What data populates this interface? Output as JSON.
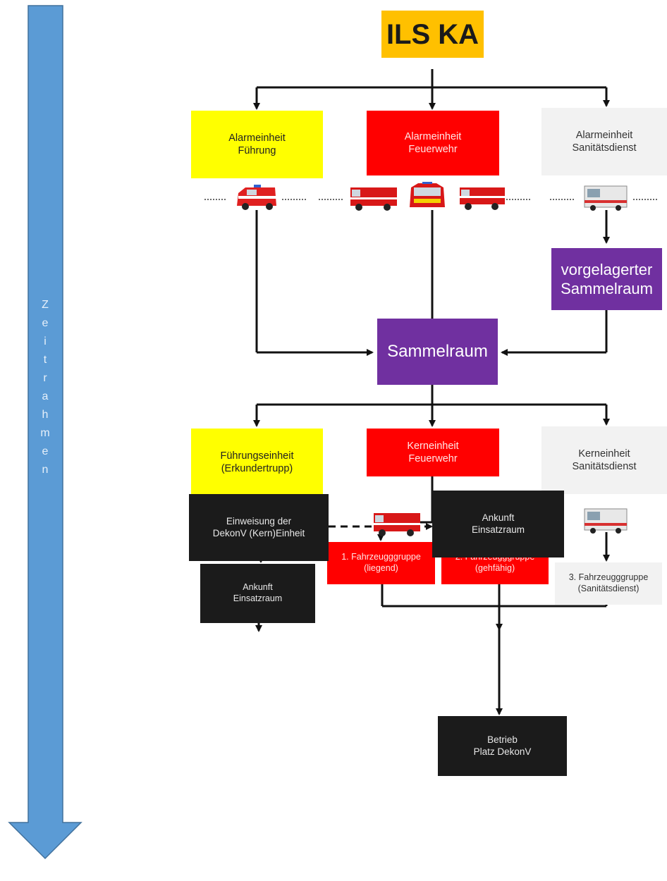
{
  "timeline": {
    "label_letters": [
      "Z",
      "e",
      "i",
      "t",
      "r",
      "a",
      "h",
      "m",
      "e",
      "n"
    ],
    "color": "#5b9bd5"
  },
  "top": {
    "title": "ILS KA"
  },
  "alarm": {
    "fuehrung": {
      "line1": "Alarmeinheit",
      "line2": "Führung"
    },
    "feuerwehr": {
      "line1": "Alarmeinheit",
      "line2": "Feuerwehr"
    },
    "sanitaet": {
      "line1": "Alarmeinheit",
      "line2": "Sanitätsdienst"
    }
  },
  "vorgelagert": {
    "line1": "vorgelagerter",
    "line2": "Sammelraum"
  },
  "sammelraum": {
    "label": "Sammelraum"
  },
  "core": {
    "fuehrung": {
      "line1": "Führungseinheit",
      "line2": "(Erkundertrupp)"
    },
    "feuerwehr": {
      "line1": "Kerneinheit",
      "line2": "Feuerwehr"
    },
    "sanitaet": {
      "line1": "Kerneinheit",
      "line2": "Sanitätsdienst"
    }
  },
  "groups": {
    "ankunft_left": {
      "line1": "Ankunft",
      "line2": "Einsatzraum"
    },
    "g1": {
      "line1": "1. Fahrzeugggruppe",
      "line2": "(liegend)"
    },
    "g2": {
      "line1": "2. Fahrzeugggruppe",
      "line2": "(gehfähig)"
    },
    "g3": {
      "line1": "3. Fahrzeugggruppe",
      "line2": "(Sanitätsdienst)"
    }
  },
  "bottom": {
    "einweisung": {
      "line1": "Einweisung der",
      "line2": "DekonV (Kern)Einheit"
    },
    "ankunft_right": {
      "line1": "Ankunft",
      "line2": "Einsatzraum"
    },
    "betrieb": {
      "line1": "Betrieb",
      "line2": "Platz DekonV"
    }
  },
  "colors": {
    "yellow": "#ffff00",
    "red": "#ff0000",
    "grey": "#f2f2f2",
    "purple": "#7030a0",
    "black": "#1b1b1b",
    "orange": "#ffc000"
  },
  "vehicle_icons": [
    "fire-van-icon",
    "fire-truck-icon",
    "ambulance-truck-icon"
  ]
}
